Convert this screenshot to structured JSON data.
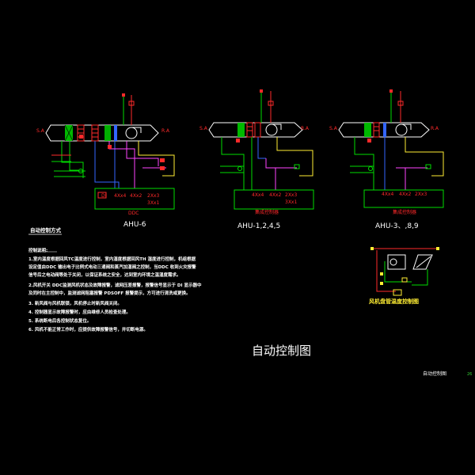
{
  "units": [
    {
      "id": "ahu6",
      "caption": "AHU-6",
      "panel_label": "DDC",
      "panel_cells": [
        "DI",
        "4Xx4",
        "4Xx2",
        "2Xx3",
        "3Xx1"
      ],
      "side_labels": [
        "S.A",
        "R.A"
      ]
    },
    {
      "id": "ahu1245",
      "caption": "AHU-1,2,4,5",
      "panel_label": "集成控制器",
      "panel_cells": [
        "4Xx4",
        "4Xx2",
        "2Xx3",
        "3Xx1"
      ],
      "side_labels": [
        "S.A",
        "R.A"
      ]
    },
    {
      "id": "ahu3789",
      "caption": "AHU-3、,8,9",
      "panel_label": "集成控制器",
      "panel_cells": [
        "4Xx4",
        "4Xx2",
        "2Xx3"
      ],
      "side_labels": [
        "S.A",
        "R.A"
      ]
    }
  ],
  "method_heading": "自动控制方式",
  "notes": {
    "heading": "控制说明:",
    "items": [
      "1.室内温度根据回风TC温度进行控制，室内湿度根据回风TH 湿度进行控制，机组根据",
      "  设定值由DDC 输出电子比例式电动三通阀和蒸汽加湿阀之控制，当DDC 收到火灾报警",
      "  信号后之电动阀等处于关闭，以保证系统之安全，达到室内环境之温湿度需求。",
      "2.风机开关 DDC监测风机状态及故障报警，滤网压差报警，报警信号显示于 DI 显示器中",
      "  及同时在主控制中，监测滤网阻塞报警 PDSOFF 报警提示，方可进行清洗或更换。",
      "3.  新风阀与风机联锁，风机停止时新风阀关闭。",
      "4.  控制器显示故障报警时，应由维修人员检查处理。",
      "5.  系统断电后各控制状态复位。",
      "6.  风机不能正常工作时，应提供故障报警信号，并切断电源。"
    ]
  },
  "fcu": {
    "caption": "风机盘管温度控制图"
  },
  "main_title": "自动控制图",
  "title_block": {
    "drawing_name": "自动控制图",
    "sheet_no": "26"
  }
}
